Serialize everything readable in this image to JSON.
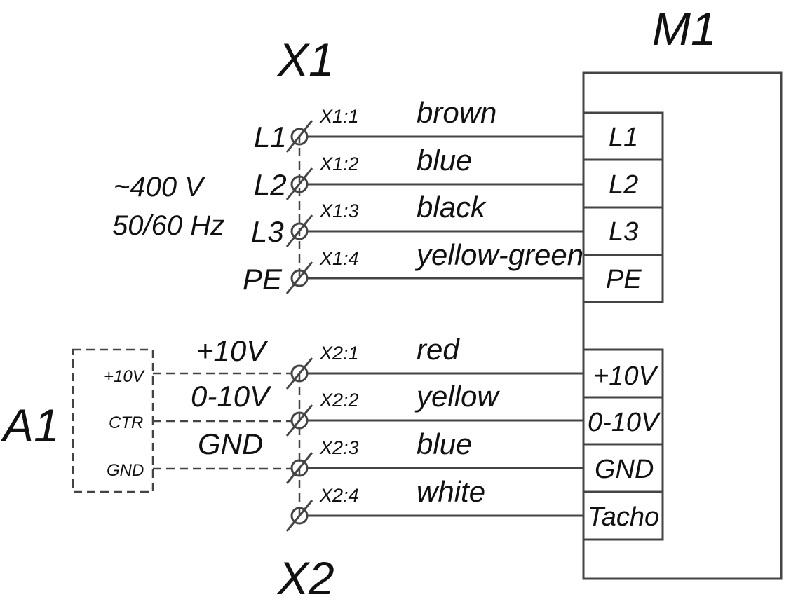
{
  "diagram": {
    "title": "Wiring diagram",
    "components": {
      "motor": {
        "id": "M1",
        "terminals_power": [
          "L1",
          "L2",
          "L3",
          "PE"
        ],
        "terminals_control": [
          "+10V",
          "0-10V",
          "GND",
          "Tacho"
        ]
      },
      "x1": {
        "id": "X1"
      },
      "x2": {
        "id": "X2"
      },
      "a1": {
        "id": "A1",
        "pins": [
          "+10V",
          "CTR",
          "GND"
        ]
      }
    },
    "supply": {
      "voltage": "~400 V",
      "frequency": "50/60 Hz"
    },
    "x1_rows": [
      {
        "phase": "L1",
        "terminal": "X1:1",
        "color": "brown",
        "motor": "L1"
      },
      {
        "phase": "L2",
        "terminal": "X1:2",
        "color": "blue",
        "motor": "L2"
      },
      {
        "phase": "L3",
        "terminal": "X1:3",
        "color": "black",
        "motor": "L3"
      },
      {
        "phase": "PE",
        "terminal": "X1:4",
        "color": "yellow-green",
        "motor": "PE"
      }
    ],
    "x2_rows": [
      {
        "terminal": "X2:1",
        "color": "red",
        "motor": "+10V"
      },
      {
        "terminal": "X2:2",
        "color": "yellow",
        "motor": "0-10V"
      },
      {
        "terminal": "X2:3",
        "color": "blue",
        "motor": "GND"
      },
      {
        "terminal": "X2:4",
        "color": "white",
        "motor": "Tacho"
      }
    ],
    "signal_labels": [
      "+10V",
      "0-10V",
      "GND"
    ]
  }
}
